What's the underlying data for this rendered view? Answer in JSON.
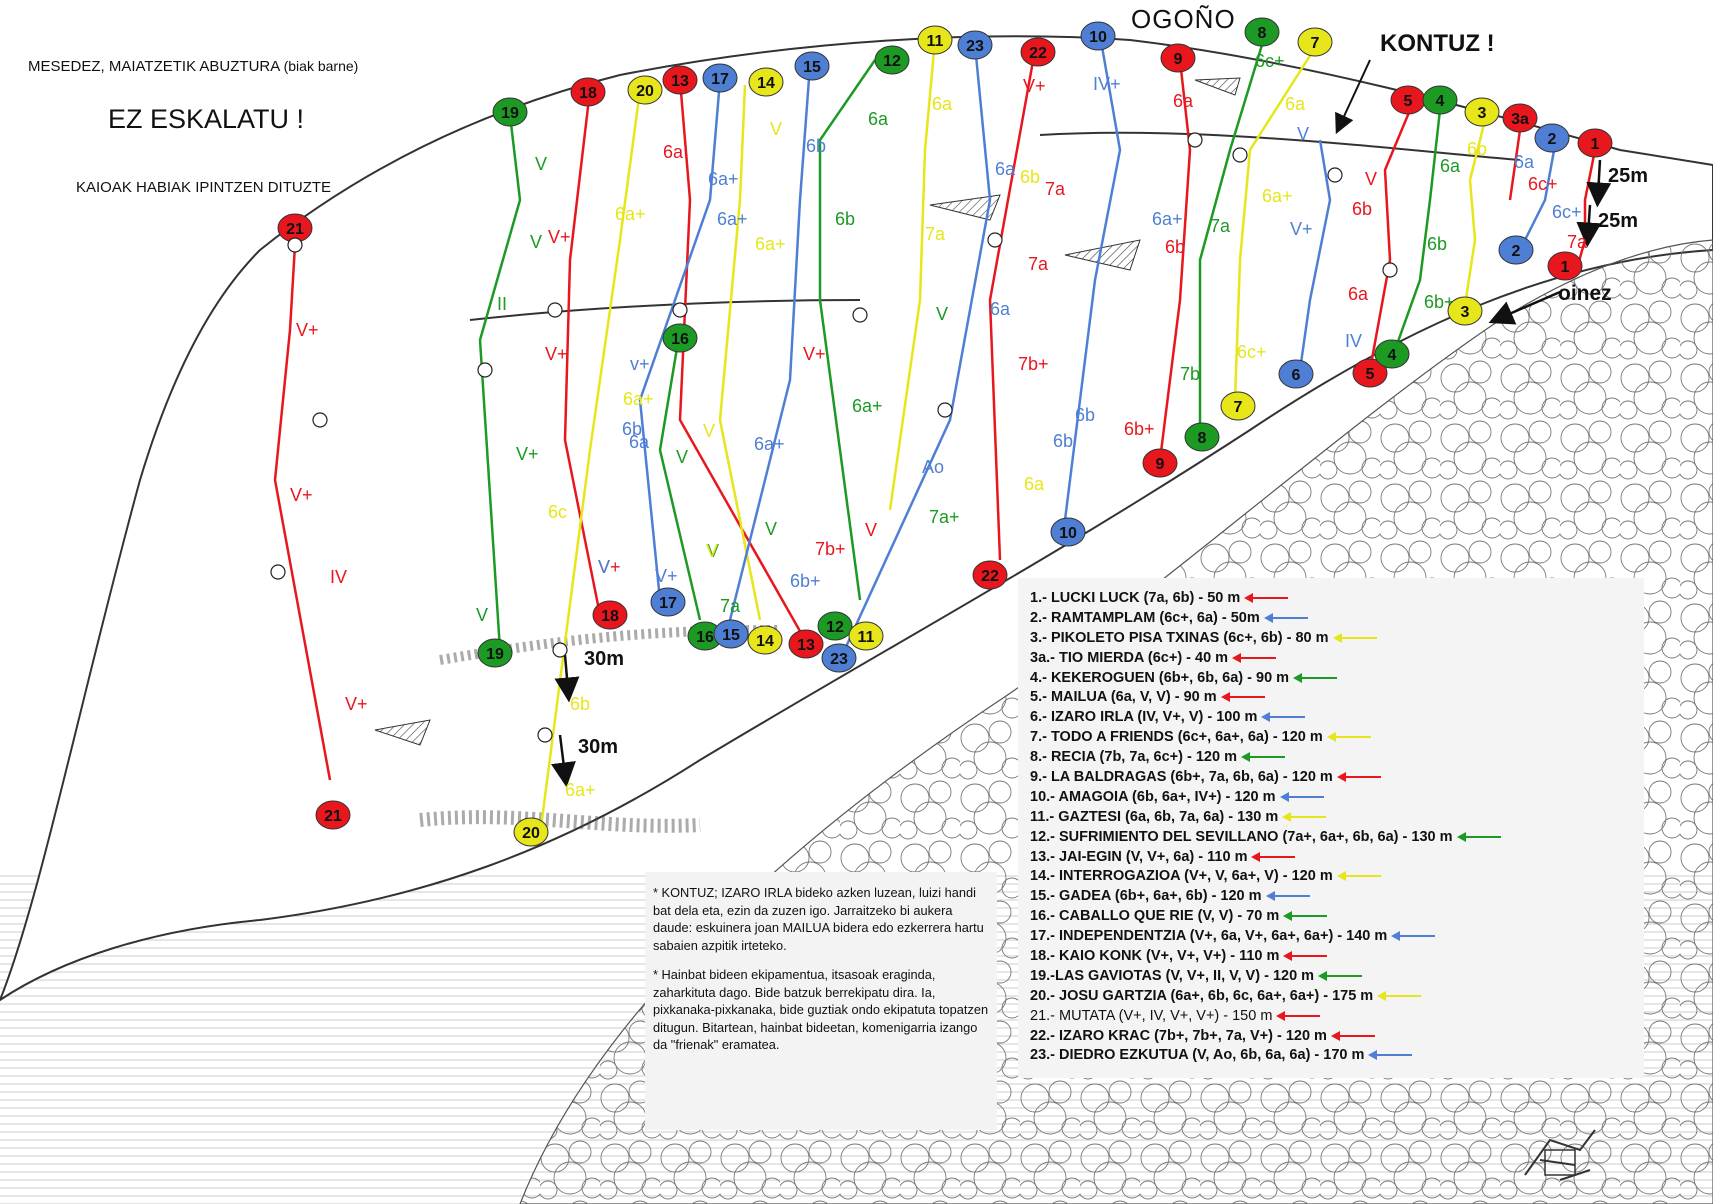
{
  "header": {
    "warning_line1": "MESEDEZ, MAIATZETIK ABUZTURA",
    "warning_line1_small": "(biak barne)",
    "warning_main": "EZ ESKALATU !",
    "warning_line3": "KAIOAK HABIAK IPINTZEN DITUZTE"
  },
  "labels": {
    "peak": "OGOÑO",
    "kontuz": "KONTUZ !",
    "oinez": "oinez",
    "rappel_25a": "25m",
    "rappel_25b": "25m",
    "rappel_30a": "30m",
    "rappel_30b": "30m"
  },
  "colors": {
    "red": "#e8171e",
    "blue": "#4f7fd4",
    "yellow": "#e6e61a",
    "green": "#1c9a24",
    "rock_line": "#333333"
  },
  "routes": [
    {
      "label": "1.- LUCKI LUCK (7a, 6b) - 50 m",
      "color": "red"
    },
    {
      "label": "2.- RAMTAMPLAM (6c+, 6a) - 50m",
      "color": "blue"
    },
    {
      "label": "3.- PIKOLETO PISA TXINAS (6c+, 6b) - 80 m",
      "color": "yellow"
    },
    {
      "label": "3a.- TIO MIERDA (6c+) - 40 m",
      "color": "red"
    },
    {
      "label": "4.- KEKEROGUEN (6b+, 6b, 6a) - 90 m",
      "color": "green"
    },
    {
      "label": "5.- MAILUA (6a, V, V) - 90 m",
      "color": "red"
    },
    {
      "label": "6.- IZARO IRLA (IV, V+, V) - 100 m",
      "color": "blue"
    },
    {
      "label": "7.- TODO A FRIENDS (6c+, 6a+, 6a) - 120 m",
      "color": "yellow"
    },
    {
      "label": "8.- RECIA (7b, 7a, 6c+) - 120 m",
      "color": "green"
    },
    {
      "label": "9.- LA BALDRAGAS (6b+, 7a, 6b, 6a) - 120 m",
      "color": "red"
    },
    {
      "label": "10.- AMAGOIA (6b, 6a+, IV+) - 120 m",
      "color": "blue"
    },
    {
      "label": "11.- GAZTESI (6a, 6b, 7a, 6a) - 130 m",
      "color": "yellow"
    },
    {
      "label": "12.- SUFRIMIENTO DEL SEVILLANO (7a+, 6a+, 6b, 6a) - 130 m",
      "color": "green"
    },
    {
      "label": "13.- JAI-EGIN (V, V+, 6a) - 110 m",
      "color": "red"
    },
    {
      "label": "14.- INTERROGAZIOA (V+, V, 6a+, V) - 120 m",
      "color": "yellow"
    },
    {
      "label": "15.- GADEA (6b+, 6a+, 6b) - 120 m",
      "color": "blue"
    },
    {
      "label": "16.- CABALLO QUE RIE (V, V) - 70 m",
      "color": "green"
    },
    {
      "label": "17.- INDEPENDENTZIA (V+, 6a, V+, 6a+, 6a+) - 140 m",
      "color": "blue"
    },
    {
      "label": "18.- KAIO KONK (V+, V+, V+) - 110 m",
      "color": "red"
    },
    {
      "label": "19.-LAS GAVIOTAS (V, V+, II, V, V) - 120 m",
      "color": "green"
    },
    {
      "label": "20.- JOSU GARTZIA (6a+, 6b, 6c, 6a+, 6a+) - 175 m",
      "color": "yellow"
    },
    {
      "label": "21.- MUTATA (V+, IV, V+, V+) - 150 m",
      "color": "red"
    },
    {
      "label": "22.- IZARO KRAC (7b+, 7b+, 7a, V+) - 120 m",
      "color": "red"
    },
    {
      "label": "23.- DIEDRO EZKUTUA (V, Ao, 6b, 6a, 6a) - 170 m",
      "color": "blue"
    }
  ],
  "notes": {
    "note1": "* KONTUZ; IZARO IRLA bideko azken luzean, luizi handi bat dela eta, ezin da zuzen igo. Jarraitzeko bi aukera daude: eskuinera joan MAILUA bidera edo ezkerrera hartu sabaien azpitik irteteko.",
    "note2": "* Hainbat bideen ekipamentua, itsasoak eraginda, zaharkituta dago. Bide batzuk berrekipatu dira. Ia, pixkanaka-pixkanaka, bide guztiak ondo ekipatuta topatzen ditugun. Bitartean, hainbat bideetan, komenigarria izango da \"frienak\" eramatea."
  },
  "topo": {
    "top_markers": [
      {
        "n": "19",
        "color": "green"
      },
      {
        "n": "18",
        "color": "red"
      },
      {
        "n": "20",
        "color": "yellow"
      },
      {
        "n": "13",
        "color": "red"
      },
      {
        "n": "17",
        "color": "blue"
      },
      {
        "n": "14",
        "color": "yellow"
      },
      {
        "n": "15",
        "color": "blue"
      },
      {
        "n": "12",
        "color": "green"
      },
      {
        "n": "11",
        "color": "yellow"
      },
      {
        "n": "23",
        "color": "blue"
      },
      {
        "n": "22",
        "color": "red"
      },
      {
        "n": "10",
        "color": "blue"
      },
      {
        "n": "9",
        "color": "red"
      },
      {
        "n": "8",
        "color": "green"
      },
      {
        "n": "7",
        "color": "yellow"
      },
      {
        "n": "5",
        "color": "red"
      },
      {
        "n": "4",
        "color": "green"
      },
      {
        "n": "3",
        "color": "yellow"
      },
      {
        "n": "3a",
        "color": "red"
      },
      {
        "n": "2",
        "color": "blue"
      },
      {
        "n": "1",
        "color": "red"
      },
      {
        "n": "21",
        "color": "red"
      }
    ],
    "bottom_markers": [
      {
        "n": "21",
        "color": "red"
      },
      {
        "n": "20",
        "color": "yellow"
      },
      {
        "n": "19",
        "color": "green"
      },
      {
        "n": "18",
        "color": "red"
      },
      {
        "n": "17",
        "color": "blue"
      },
      {
        "n": "16",
        "color": "green"
      },
      {
        "n": "15",
        "color": "blue"
      },
      {
        "n": "14",
        "color": "yellow"
      },
      {
        "n": "13",
        "color": "red"
      },
      {
        "n": "12",
        "color": "green"
      },
      {
        "n": "11",
        "color": "yellow"
      },
      {
        "n": "23",
        "color": "blue"
      },
      {
        "n": "22",
        "color": "red"
      },
      {
        "n": "10",
        "color": "blue"
      },
      {
        "n": "9",
        "color": "red"
      },
      {
        "n": "8",
        "color": "green"
      },
      {
        "n": "7",
        "color": "yellow"
      },
      {
        "n": "6",
        "color": "blue"
      },
      {
        "n": "5",
        "color": "red"
      },
      {
        "n": "4",
        "color": "green"
      },
      {
        "n": "3",
        "color": "yellow"
      },
      {
        "n": "2",
        "color": "blue"
      },
      {
        "n": "1",
        "color": "red"
      },
      {
        "n": "16",
        "color": "green"
      }
    ],
    "grades": [
      {
        "t": "6a",
        "color": "red"
      },
      {
        "t": "6a+",
        "color": "blue"
      },
      {
        "t": "6a+",
        "color": "blue"
      },
      {
        "t": "6b",
        "color": "blue"
      },
      {
        "t": "6b",
        "color": "green"
      },
      {
        "t": "6a",
        "color": "green"
      },
      {
        "t": "6a",
        "color": "yellow"
      },
      {
        "t": "7a",
        "color": "yellow"
      },
      {
        "t": "6a",
        "color": "blue"
      },
      {
        "t": "7a",
        "color": "red"
      },
      {
        "t": "V+",
        "color": "red"
      },
      {
        "t": "IV+",
        "color": "blue"
      },
      {
        "t": "6a",
        "color": "red"
      },
      {
        "t": "6c+",
        "color": "green"
      },
      {
        "t": "6a",
        "color": "yellow"
      },
      {
        "t": "6a+",
        "color": "blue"
      },
      {
        "t": "7a",
        "color": "green"
      },
      {
        "t": "6a+",
        "color": "yellow"
      },
      {
        "t": "6b",
        "color": "red"
      },
      {
        "t": "V+",
        "color": "blue"
      },
      {
        "t": "V",
        "color": "blue"
      },
      {
        "t": "V",
        "color": "red"
      },
      {
        "t": "6a",
        "color": "green"
      },
      {
        "t": "6b",
        "color": "yellow"
      },
      {
        "t": "6a",
        "color": "blue"
      },
      {
        "t": "6c+",
        "color": "red"
      },
      {
        "t": "6c+",
        "color": "blue"
      },
      {
        "t": "7a",
        "color": "red"
      },
      {
        "t": "6b",
        "color": "red"
      },
      {
        "t": "6c+",
        "color": "yellow"
      },
      {
        "t": "6b",
        "color": "green"
      },
      {
        "t": "6a",
        "color": "red"
      },
      {
        "t": "6b+",
        "color": "green"
      },
      {
        "t": "IV",
        "color": "blue"
      },
      {
        "t": "V",
        "color": "green"
      },
      {
        "t": "V",
        "color": "green"
      },
      {
        "t": "V+",
        "color": "red"
      },
      {
        "t": "6a+",
        "color": "yellow"
      },
      {
        "t": "V",
        "color": "yellow"
      },
      {
        "t": "6a+",
        "color": "yellow"
      },
      {
        "t": "II",
        "color": "green"
      },
      {
        "t": "V+",
        "color": "red"
      },
      {
        "t": "v+",
        "color": "blue"
      },
      {
        "t": "6a+",
        "color": "yellow"
      },
      {
        "t": "V+",
        "color": "red"
      },
      {
        "t": "6a+",
        "color": "green"
      },
      {
        "t": "6a",
        "color": "blue"
      },
      {
        "t": "V",
        "color": "yellow"
      },
      {
        "t": "6a+",
        "color": "blue"
      },
      {
        "t": "V",
        "color": "green"
      },
      {
        "t": "6a",
        "color": "blue"
      },
      {
        "t": "6b",
        "color": "yellow"
      },
      {
        "t": "6b",
        "color": "blue"
      },
      {
        "t": "7b+",
        "color": "red"
      },
      {
        "t": "7a",
        "color": "red"
      },
      {
        "t": "6c+",
        "color": "yellow"
      },
      {
        "t": "7b",
        "color": "green"
      },
      {
        "t": "6b+",
        "color": "red"
      },
      {
        "t": "6b",
        "color": "blue"
      },
      {
        "t": "V+",
        "color": "green"
      },
      {
        "t": "6c",
        "color": "yellow"
      },
      {
        "t": "V+",
        "color": "red"
      },
      {
        "t": "V+",
        "color": "blue"
      },
      {
        "t": "V",
        "color": "green"
      },
      {
        "t": "6b+",
        "color": "blue"
      },
      {
        "t": "V",
        "color": "red"
      },
      {
        "t": "7a+",
        "color": "green"
      },
      {
        "t": "Ao",
        "color": "blue"
      },
      {
        "t": "6a",
        "color": "yellow"
      },
      {
        "t": "7b+",
        "color": "red"
      },
      {
        "t": "V",
        "color": "blue"
      },
      {
        "t": "V+",
        "color": "red"
      },
      {
        "t": "V+",
        "color": "red"
      },
      {
        "t": "IV",
        "color": "red"
      },
      {
        "t": "V+",
        "color": "red"
      },
      {
        "t": "V",
        "color": "green"
      },
      {
        "t": "6b",
        "color": "yellow"
      },
      {
        "t": "6a+",
        "color": "yellow"
      },
      {
        "t": "6b",
        "color": "blue"
      },
      {
        "t": "V",
        "color": "green"
      },
      {
        "t": "V",
        "color": "green"
      },
      {
        "t": "V",
        "color": "yellow"
      },
      {
        "t": "7a",
        "color": "green"
      }
    ]
  }
}
